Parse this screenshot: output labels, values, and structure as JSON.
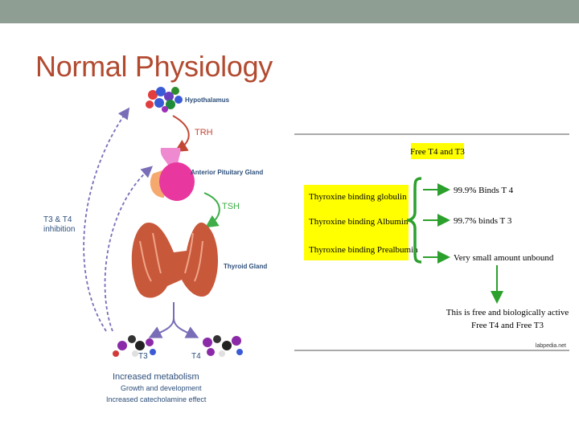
{
  "slide": {
    "title": "Normal Physiology"
  },
  "left_diagram": {
    "hypothalamus": "Hypothalamus",
    "trh": "TRH",
    "anterior_pituitary": "Anterior Pituitary Gland",
    "tsh": "TSH",
    "feedback_line1": "T3 & T4",
    "feedback_line2": "inhibition",
    "thyroid": "Thyroid Gland",
    "t3": "T3",
    "t4": "T4",
    "effect_main": "Increased metabolism",
    "effect_2": "Growth and development",
    "effect_3": "Increased catecholamine effect"
  },
  "right_diagram": {
    "free_header": "Free T4 and T3",
    "proteins": [
      "Thyroxine binding globulin",
      "Thyroxine binding Albumin",
      "Thyroxine binding Prealbumin"
    ],
    "binds": [
      "99.9% Binds T 4",
      "99.7% binds T 3",
      "Very small amount unbound"
    ],
    "active_line1": "This is free and biologically active",
    "active_line2": "Free T4 and Free T3",
    "watermark": "labpedia.net"
  },
  "colors": {
    "title": "#b24a30",
    "topbar": "#8f9e93",
    "pituitary": "#e8379f",
    "thyroid": "#c8583a",
    "arrow": "#c24836",
    "tsh_arrow": "#3fae49",
    "feedback": "#7a6db8",
    "text_blue": "#2c4e7a",
    "highlight": "#ffff00",
    "bracket": "#2ca02c"
  }
}
